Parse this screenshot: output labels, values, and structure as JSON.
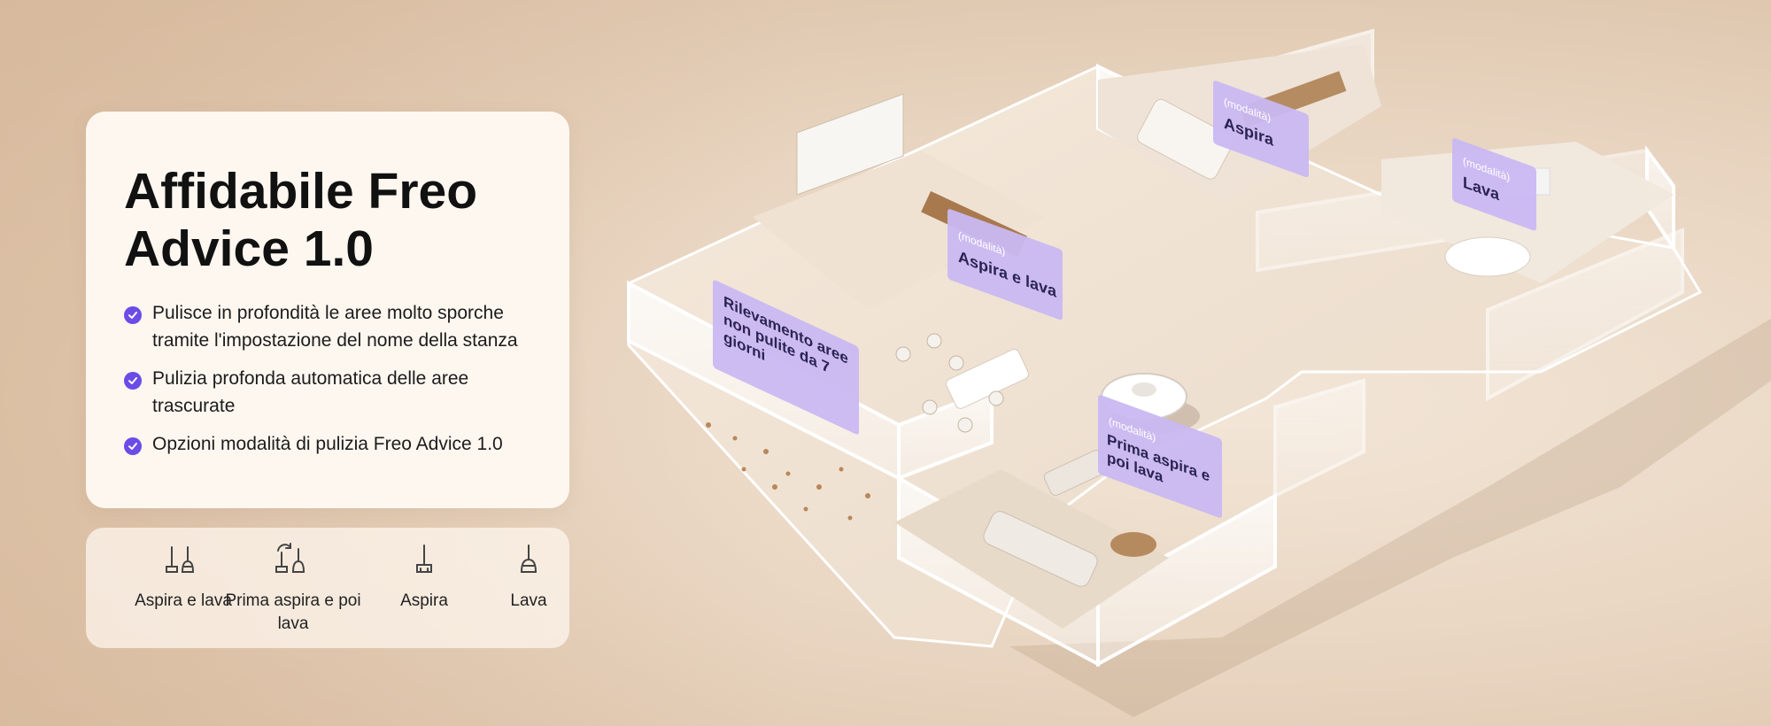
{
  "headline": "Affidabile Freo\nAdvice 1.0",
  "features": [
    "Pulisce in profondità le aree molto sporche tramite l'impostazione del nome della stanza",
    "Pulizia profonda automatica delle aree trascurate",
    "Opzioni modalità di pulizia Freo Advice 1.0"
  ],
  "modes": [
    {
      "label": "Aspira e lava",
      "icon": "mop-and-broom-icon"
    },
    {
      "label": "Prima aspira e poi lava",
      "icon": "vacuum-then-mop-icon"
    },
    {
      "label": "Aspira",
      "icon": "broom-icon"
    },
    {
      "label": "Lava",
      "icon": "mop-icon"
    }
  ],
  "room_tags": {
    "bedroom": {
      "mode": "(modalità)",
      "label": "Aspira"
    },
    "bathroom": {
      "mode": "(modalità)",
      "label": "Lava"
    },
    "kitchen": {
      "mode": "(modalità)",
      "label": "Aspira e lava"
    },
    "living": {
      "mode": "(modalità)",
      "label": "Prima aspira e poi lava"
    },
    "entrance": {
      "label": "Rilevamento aree non pulite da 7 giorni"
    }
  },
  "colors": {
    "accent": "#6b4ce6",
    "tag_fill": "#c9b8f2",
    "card_bg": "#fdf7f0"
  }
}
